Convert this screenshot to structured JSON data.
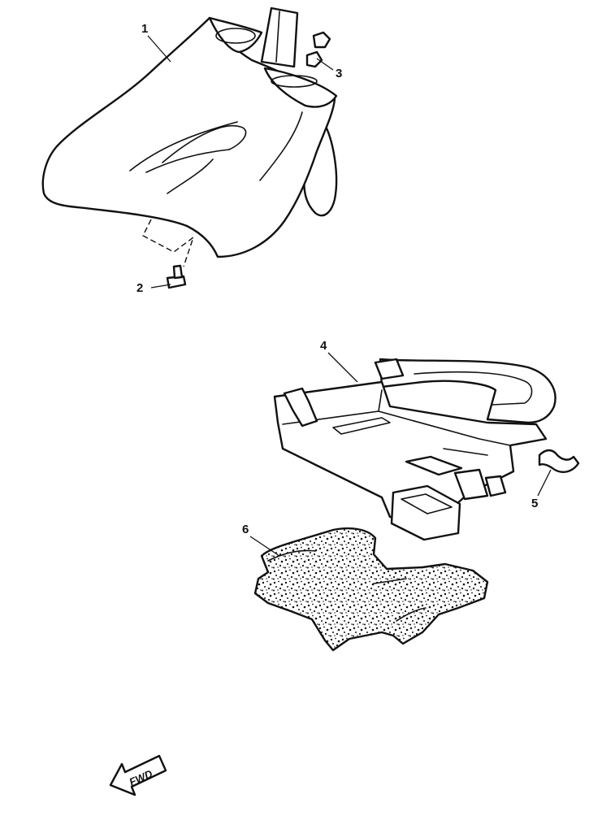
{
  "parts": {
    "p1": "1",
    "p2": "2",
    "p3": "3",
    "p4": "4",
    "p5": "5",
    "p6": "6"
  },
  "direction_marker": "FWD"
}
